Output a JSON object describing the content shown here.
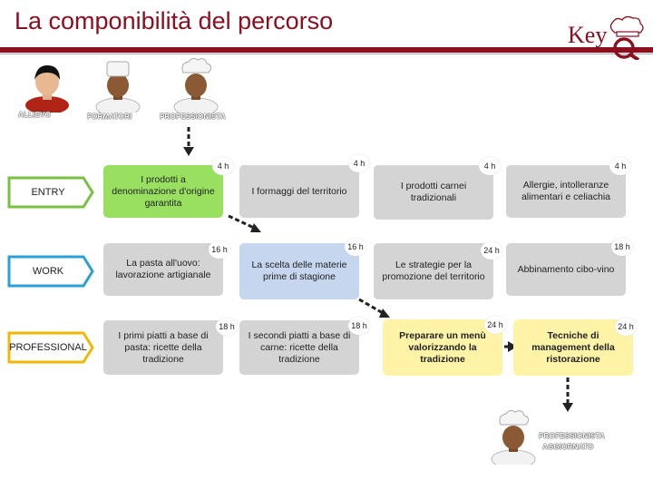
{
  "header": {
    "title": "La componibilità del percorso",
    "logo_text": "Key",
    "logo_icon": "chef-hat-magnifier-icon"
  },
  "roles": {
    "allievo": "ALLIEVO",
    "formatori": "FORMATORI",
    "professionista": "PROFESSIONISTA",
    "final_line1": "PROFESSIONISTA",
    "final_line2": "AGGIORNATO"
  },
  "levels": {
    "entry": "ENTRY",
    "work": "WORK",
    "professional": "PROFESSIONAL",
    "colors": {
      "entry": "#7ac142",
      "work": "#2a9fd8",
      "professional": "#f2b705"
    }
  },
  "modules": {
    "col1": {
      "entry": {
        "text": "I prodotti a denominazione d'origine garantita",
        "hours": "4 h"
      },
      "work": {
        "text": "La pasta all'uovo: lavorazione artigianale",
        "hours": "16 h"
      },
      "professional": {
        "text": "I primi piatti a base di pasta: ricette della tradizione",
        "hours": "18 h"
      }
    },
    "col2": {
      "entry": {
        "text": "I formaggi del territorio",
        "hours": "4 h"
      },
      "work": {
        "text": "La scelta delle materie prime di stagione",
        "hours": "16 h"
      },
      "professional": {
        "text": "I secondi piatti a base di carne: ricette della tradizione",
        "hours": "18 h"
      }
    },
    "col3": {
      "entry": {
        "text": "I prodotti carnei tradizionali",
        "hours": "4 h"
      },
      "work": {
        "text": "Le strategie per la promozione del territorio",
        "hours": "24 h"
      },
      "professional": {
        "text": "Preparare un menù valorizzando la tradizione",
        "hours": "24 h"
      }
    },
    "col4": {
      "entry": {
        "text": "Allergie, intolleranze alimentari e celiachia",
        "hours": "4 h"
      },
      "work": {
        "text": "Abbinamento cibo-vino",
        "hours": "18 h"
      },
      "professional": {
        "text": "Tecniche di management della ristorazione",
        "hours": "24 h"
      }
    }
  },
  "colors": {
    "brand": "#8a1020",
    "box_gray": "#d4d4d4",
    "box_green": "#99e060",
    "box_blue": "#c6d6ee",
    "box_yellow": "#fff3a8"
  }
}
